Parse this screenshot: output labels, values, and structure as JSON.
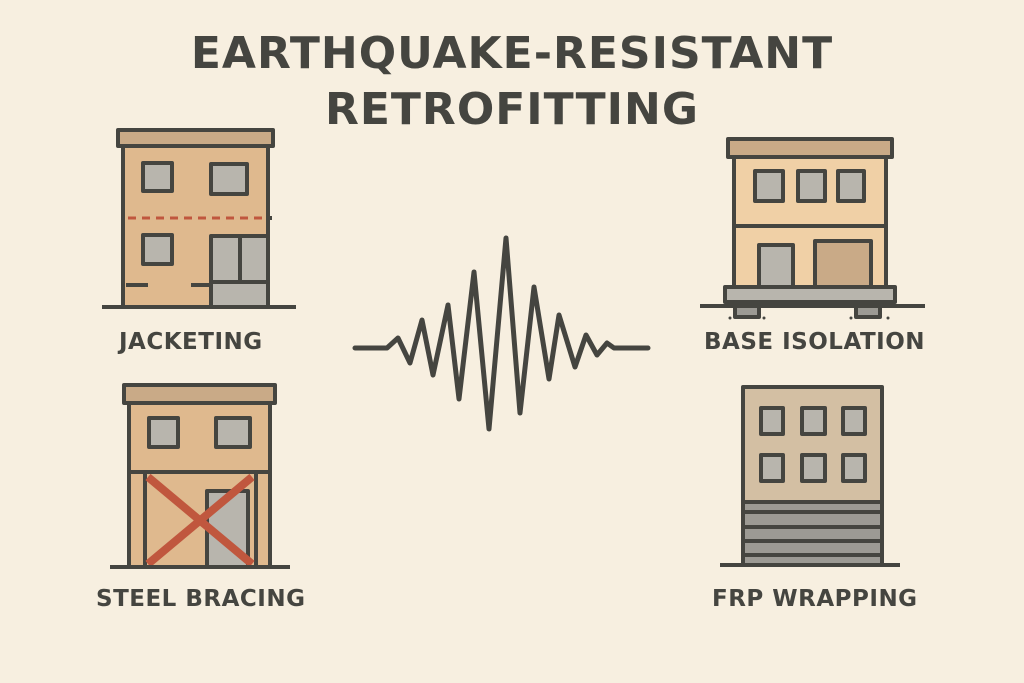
{
  "title": {
    "line1": "EARTHQUAKE-RESISTANT",
    "line2": "RETROFITTING"
  },
  "methods": [
    {
      "label": "JACKETING",
      "icon": "jacketed-building-icon"
    },
    {
      "label": "BASE ISOLATION",
      "icon": "base-isolated-building-icon"
    },
    {
      "label": "STEEL BRACING",
      "icon": "braced-building-icon"
    },
    {
      "label": "FRP WRAPPING",
      "icon": "frp-wrapped-building-icon"
    }
  ],
  "center_icon": "seismic-wave-icon",
  "colors": {
    "background": "#f7efe0",
    "outline": "#454540",
    "wall": "#dfb98e",
    "wall_light": "#f0d0a6",
    "roof": "#c9aa87",
    "window": "#b8b5ad",
    "brace": "#c0573e",
    "frp_band": "#9c9a94",
    "frp_wall": "#d3bfa3"
  }
}
